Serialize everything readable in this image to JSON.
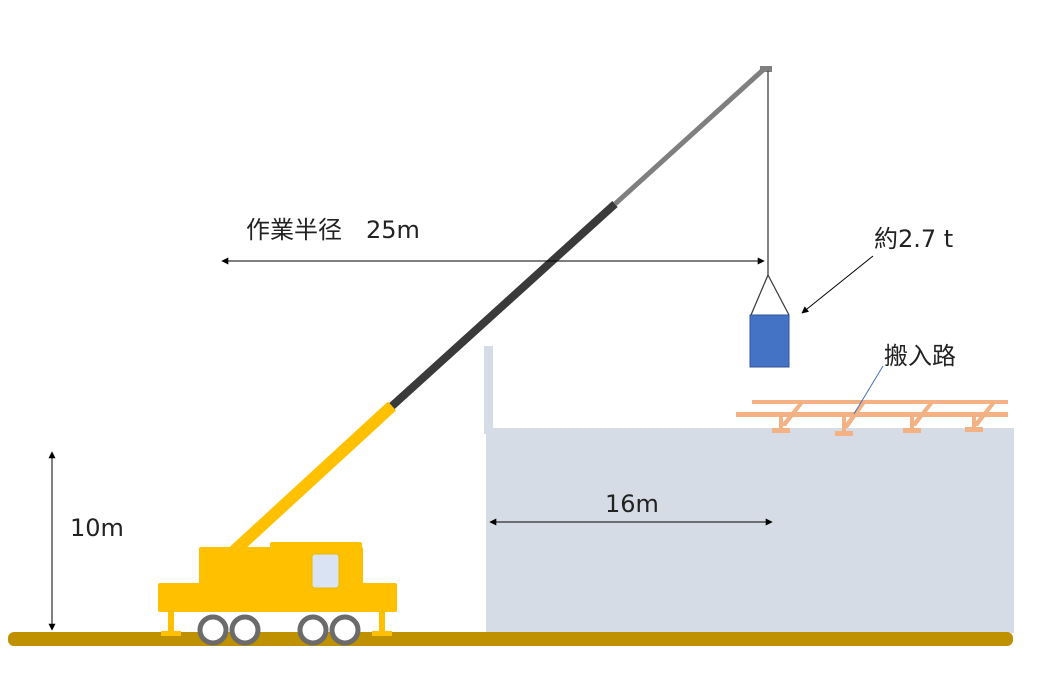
{
  "labels": {
    "working_radius": "作業半径　25m",
    "load_weight": "約2.7 t",
    "access_route": "搬入路",
    "height": "10m",
    "pit_width": "16m"
  },
  "colors": {
    "crane_body": "#FFC000",
    "boom_dark": "#3A3A3A",
    "boom_tip": "#7F7F7F",
    "load": "#4472C4",
    "pit": "#D6DCE5",
    "ground": "#BF9000",
    "route": "#F4B183",
    "window": "#DAE3F3",
    "tire": "#6B6B6B"
  }
}
